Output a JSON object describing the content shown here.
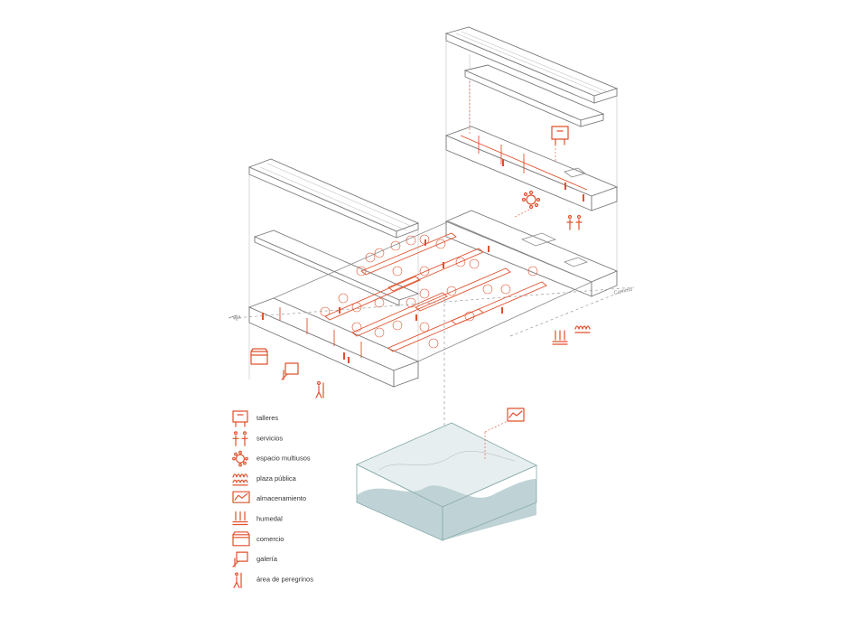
{
  "colors": {
    "accent": "#e0502c",
    "line": "#8a8a8a",
    "water": "#bfd3d6",
    "water_dark": "#9fb9bd"
  },
  "legend": [
    {
      "icon": "talleres-icon",
      "label": "talleres"
    },
    {
      "icon": "servicios-icon",
      "label": "servicios"
    },
    {
      "icon": "espacio-multiusos-icon",
      "label": "espacio multiusos"
    },
    {
      "icon": "plaza-publica-icon",
      "label": "plaza pública"
    },
    {
      "icon": "almacenamiento-icon",
      "label": "almacenamiento"
    },
    {
      "icon": "humedal-icon",
      "label": "humedal"
    },
    {
      "icon": "comercio-icon",
      "label": "comercio"
    },
    {
      "icon": "galeria-icon",
      "label": "galería"
    },
    {
      "icon": "area-de-peregrinos-icon",
      "label": "área de peregrinos"
    }
  ],
  "axis_labels": {
    "left": "Vía",
    "right": "Camino"
  }
}
